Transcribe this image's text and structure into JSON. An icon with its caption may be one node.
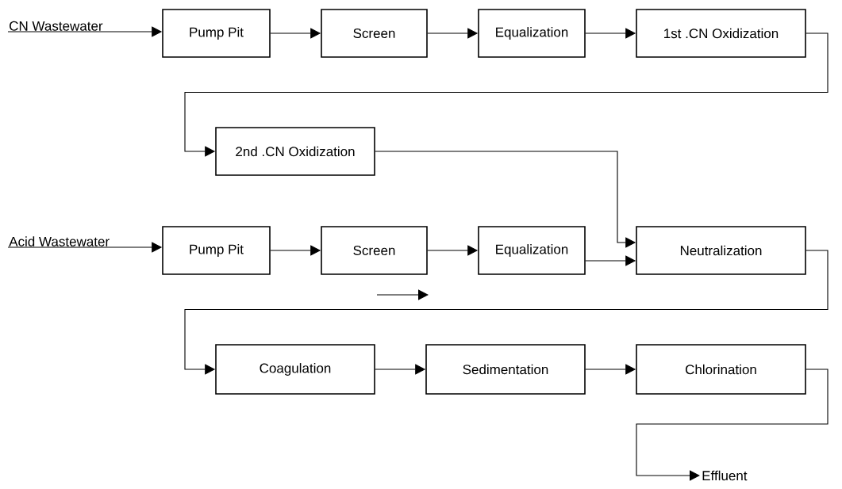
{
  "diagram": {
    "nodes": [
      {
        "text": [
          "CN Wastewater"
        ]
      },
      {
        "text": [
          "Pump Pit"
        ]
      },
      {
        "text": [
          "Screen"
        ]
      },
      {
        "text": [
          "Equalization"
        ]
      },
      {
        "text": [
          "1st .CN Oxidization"
        ]
      },
      {
        "text": [
          "2nd .CN Oxidization"
        ]
      },
      {
        "text": [
          "Acid Wastewater"
        ]
      },
      {
        "text": [
          "Pump Pit"
        ]
      },
      {
        "text": [
          "Screen"
        ]
      },
      {
        "text": [
          "Equalization"
        ]
      },
      {
        "text": [
          "Neutralization"
        ]
      },
      {
        "text": [
          "Coagulation"
        ]
      },
      {
        "text": [
          "Sedimentation"
        ]
      },
      {
        "text": [
          "Chlorination"
        ]
      },
      {
        "text": [
          "Effluent"
        ]
      }
    ],
    "edges": [
      {
        "from": 0,
        "to": 1,
        "arrow": "to"
      },
      {
        "from": 1,
        "to": 2,
        "arrow": "to"
      },
      {
        "from": 2,
        "to": 3,
        "arrow": "to"
      },
      {
        "from": 3,
        "to": 4,
        "arrow": "to"
      },
      {
        "from": 4,
        "to": 5,
        "arrow": "to"
      },
      {
        "from": 5,
        "to": 10,
        "arrow": "to"
      },
      {
        "from": 6,
        "to": 7,
        "arrow": "to"
      },
      {
        "from": 7,
        "to": 8,
        "arrow": "to"
      },
      {
        "from": 8,
        "to": 9,
        "arrow": "to"
      },
      {
        "from": 9,
        "to": 10,
        "arrow": "to"
      },
      {
        "from": 10,
        "to": 11,
        "arrow": "to"
      },
      {
        "from": 11,
        "to": 12,
        "arrow": "to"
      },
      {
        "from": 12,
        "to": 13,
        "arrow": "to"
      },
      {
        "from": 13,
        "to": 14,
        "arrow": "to"
      }
    ]
  }
}
